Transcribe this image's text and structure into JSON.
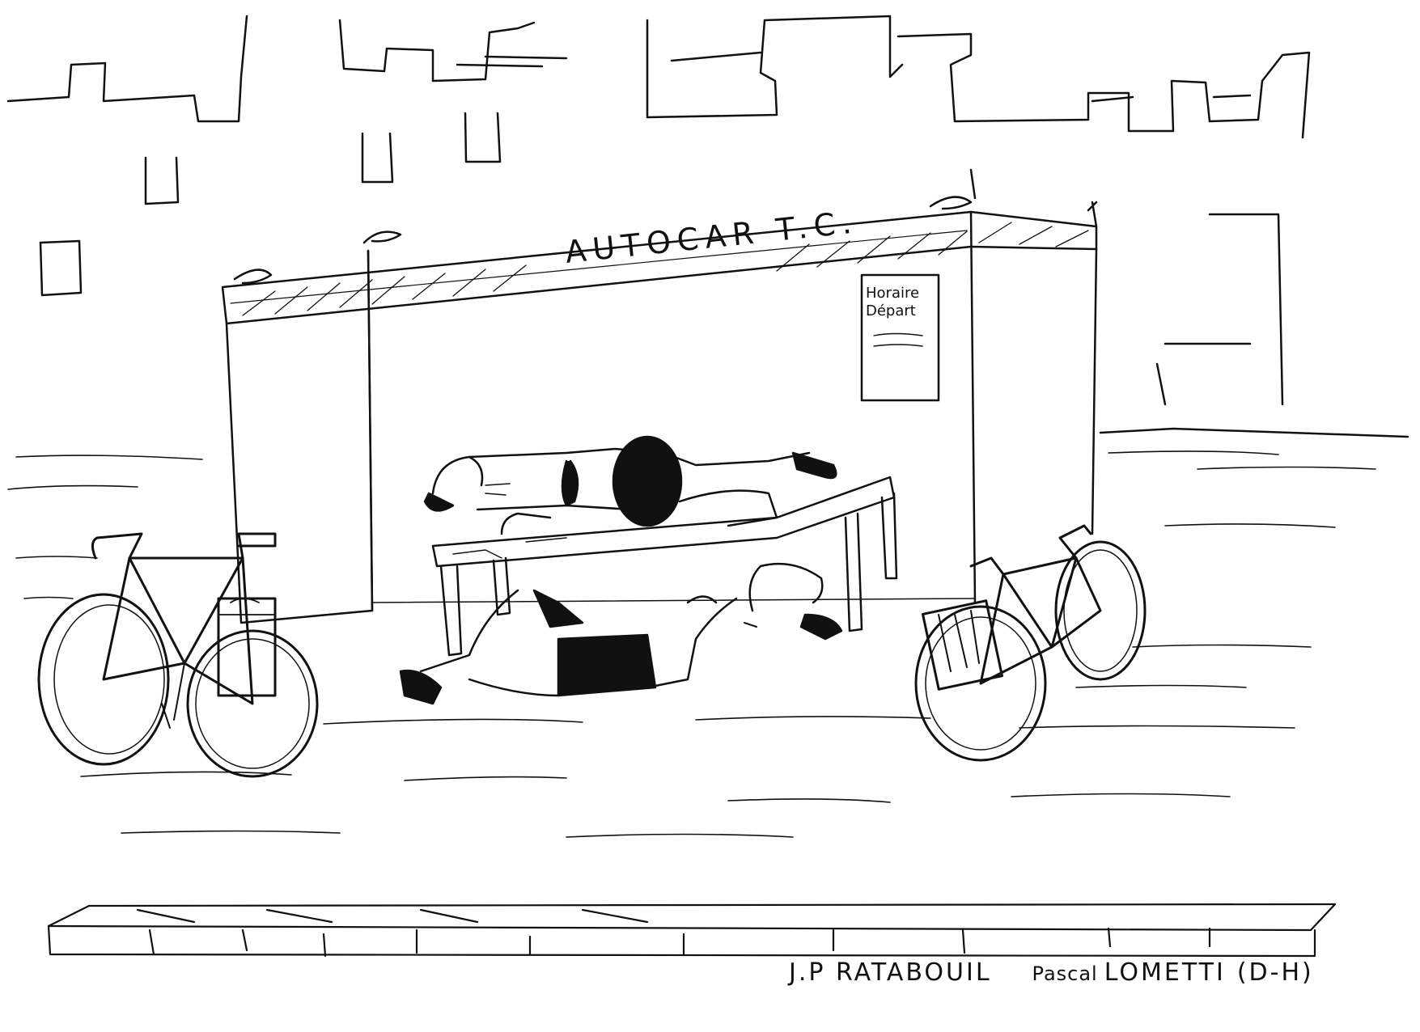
{
  "sign": {
    "banner": "AUTOCAR   T.C.",
    "schedule_line1": "Horaire",
    "schedule_line2": "Départ"
  },
  "signature": {
    "artist1": "J.P RATABOUIL",
    "artist2_first": "Pascal",
    "artist2_last": "LOMETTI",
    "suffix": "(D-H)"
  },
  "colors": {
    "ink": "#111111",
    "paper": "#ffffff"
  }
}
